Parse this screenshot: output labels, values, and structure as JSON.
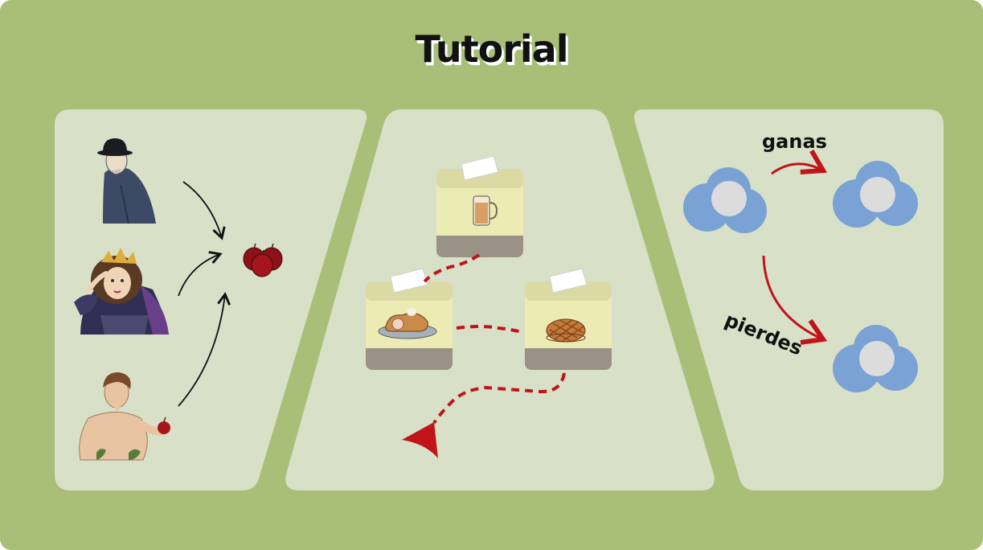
{
  "title": "Tutorial",
  "labels": {
    "win": "ganas",
    "lose": "pierdes"
  },
  "colors": {
    "background": "#a9bf78",
    "panel": "#d8e0c8",
    "tile_top": "#ecebb3",
    "tile_side": "#9a9285",
    "path": "#c0141a",
    "piece": "#7aa2d4",
    "piece_center": "#dcdcdc"
  },
  "characters": [
    {
      "icon": "man-in-bowler-hat"
    },
    {
      "icon": "crowned-queen"
    },
    {
      "icon": "man-holding-apple"
    }
  ],
  "target": {
    "icon": "red-apples"
  },
  "tiles": [
    {
      "icon": "beer-mug"
    },
    {
      "icon": "roast-dish"
    },
    {
      "icon": "lattice-pie"
    }
  ],
  "pieces": [
    {
      "icon": "player-piece-start"
    },
    {
      "icon": "player-piece-win"
    },
    {
      "icon": "player-piece-lose"
    }
  ]
}
